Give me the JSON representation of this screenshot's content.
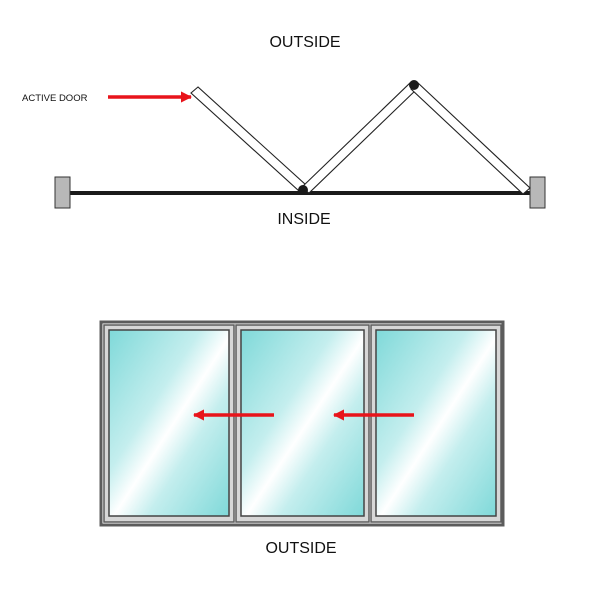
{
  "plan_view": {
    "outside_label": "OUTSIDE",
    "inside_label": "INSIDE",
    "active_door_label": "ACTIVE DOOR"
  },
  "elevation_view": {
    "outside_label": "OUTSIDE",
    "panel_count": 3,
    "slide_direction": "left"
  },
  "colors": {
    "arrow": "#e8141b",
    "frame": "#5c5c5c",
    "glass": "#7fd9d9",
    "jamb": "#b8b8b8",
    "track": "#1a1a1a"
  }
}
